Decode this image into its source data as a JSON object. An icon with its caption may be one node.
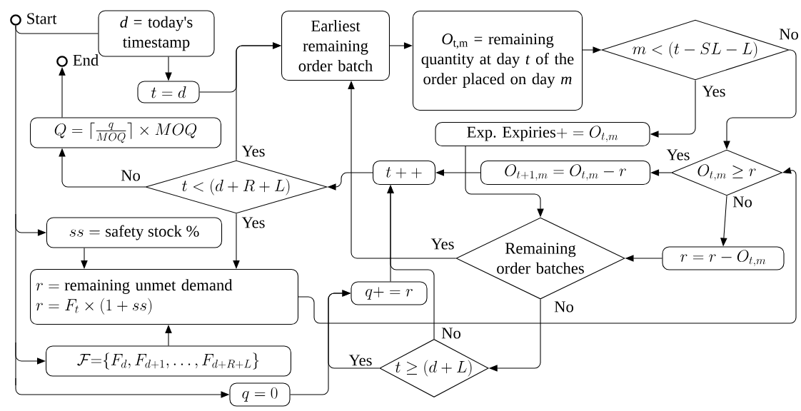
{
  "diagram": {
    "nodes": [
      {
        "text": [],
        "shape": "circle",
        "beside": [
          "Start"
        ]
      },
      {
        "text": [
          "*d* = today's timestamp"
        ]
      },
      {
        "text": [
          "t = d"
        ]
      },
      {
        "text": [],
        "shape": "circle",
        "beside": [
          "End"
        ]
      },
      {
        "text": [
          "Q = \\lceil \\frac{q}{MOQ} \\rceil \\times MOQ"
        ]
      },
      {
        "text": [
          "t < (d + R + L)"
        ]
      },
      {
        "text": [
          "Earliest remaining order batch"
        ]
      },
      {
        "text": [
          "*O*$_{t,m}$ = remaining quantity at day *t* of the order placed on day *m*"
        ]
      },
      {
        "text": [
          "m < (t - SL - L)"
        ]
      },
      {
        "text": [
          "\\text{Exp. Expiries} += O_{t,m}"
        ]
      },
      {
        "text": [
          "O_{t,m} \\geq r"
        ]
      },
      {
        "text": [
          "O_{t+1,m} = O_{t,m} - r"
        ]
      },
      {
        "text": [
          "t++"
        ]
      },
      {
        "text": [
          "ss = \\text{safety stock } \\%"
        ]
      },
      {
        "text": [
          "r = \\text{remaining unmet demand}",
          "r = F_t \\times (1 + ss)"
        ]
      },
      {
        "text": [
          "Remaining order batches"
        ]
      },
      {
        "text": [
          "r = r - O_{t,m}"
        ]
      },
      {
        "text": [
          "q+=r"
        ]
      },
      {
        "text": [
          "\\mathcal{F}{=}\\{F_d, F_{d+1}, \\ldots, F_{d+R+L}\\}"
        ]
      },
      {
        "text": [
          "t \\geq (d + L)"
        ]
      },
      {
        "text": [
          "q = 0"
        ]
      }
    ],
    "edges": [
      {
        "from": 0,
        "to": 1,
        "arrow": "none"
      },
      {
        "from": 0,
        "to": 13,
        "arrow": "to"
      },
      {
        "from": 0,
        "to": 18,
        "arrow": "to"
      },
      {
        "from": 0,
        "to": 20,
        "arrow": "to"
      },
      {
        "from": 1,
        "to": 2,
        "arrow": "to"
      },
      {
        "from": 2,
        "to": 6,
        "arrow": "to"
      },
      {
        "from": 5,
        "to": 6,
        "arrow": "to",
        "label": "Yes"
      },
      {
        "from": 5,
        "to": 4,
        "arrow": "to",
        "label": "No"
      },
      {
        "from": 4,
        "to": 3,
        "arrow": "to"
      },
      {
        "from": 5,
        "to": 14,
        "arrow": "to",
        "label": "Yes"
      },
      {
        "from": 6,
        "to": 7,
        "arrow": "to"
      },
      {
        "from": 7,
        "to": 8,
        "arrow": "to"
      },
      {
        "from": 8,
        "to": 9,
        "arrow": "to",
        "label": "Yes"
      },
      {
        "from": 8,
        "to": 10,
        "arrow": "to",
        "label": "No"
      },
      {
        "from": 9,
        "to": 15,
        "arrow": "to"
      },
      {
        "from": 10,
        "to": 11,
        "arrow": "to",
        "label": "Yes"
      },
      {
        "from": 10,
        "to": 16,
        "arrow": "to",
        "label": "No"
      },
      {
        "from": 11,
        "to": 12,
        "arrow": "to"
      },
      {
        "from": 12,
        "to": 5,
        "arrow": "to"
      },
      {
        "from": 16,
        "to": 15,
        "arrow": "to"
      },
      {
        "from": 15,
        "to": 6,
        "arrow": "to",
        "label": "Yes"
      },
      {
        "from": 15,
        "to": 19,
        "arrow": "to",
        "label": "No"
      },
      {
        "from": 14,
        "to": 10,
        "arrow": "to"
      },
      {
        "from": 19,
        "to": 12,
        "arrow": "to",
        "label": "No"
      },
      {
        "from": 19,
        "to": 17,
        "arrow": "to",
        "label": "Yes"
      },
      {
        "from": 20,
        "to": 17,
        "arrow": "to"
      },
      {
        "from": 17,
        "to": 12,
        "arrow": "to"
      },
      {
        "from": 18,
        "to": 14,
        "arrow": "to"
      },
      {
        "from": 13,
        "to": 14,
        "arrow": "to"
      }
    ]
  }
}
